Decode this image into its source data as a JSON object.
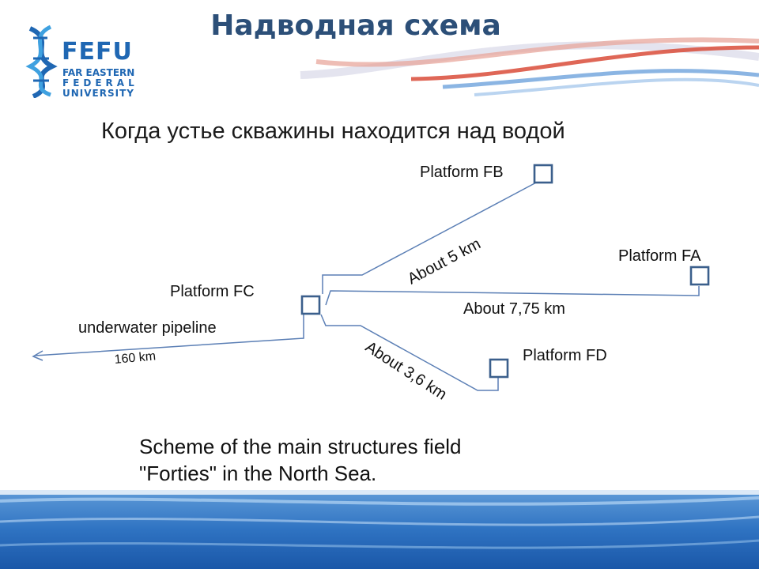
{
  "slide": {
    "title": "Надводная схема",
    "subtitle": "Когда устье скважины находится над водой",
    "caption_line1": "Scheme of the main structures field",
    "caption_line2": "\"Forties\" in the North Sea."
  },
  "logo": {
    "name": "FEFU",
    "line1": "FAR EASTERN",
    "line2": "FEDERAL",
    "line3": "UNIVERSITY",
    "color": "#1f67b3"
  },
  "diagram": {
    "platforms": {
      "fb": "Platform FB",
      "fa": "Platform FA",
      "fc": "Platform FC",
      "fd": "Platform FD"
    },
    "distances": {
      "fc_fb": "About 5 km",
      "fc_fa": "About 7,75 km",
      "fc_fd": "About 3,6 km"
    },
    "pipeline_label": "underwater pipeline",
    "pipeline_length": "160 km",
    "colors": {
      "platform_box": "#3b5f8c",
      "pipeline_line": "#5b7fb5"
    }
  },
  "decor": {
    "wave_colors": [
      "#1f63b8",
      "#6ea3dc",
      "#d94c3a"
    ]
  }
}
